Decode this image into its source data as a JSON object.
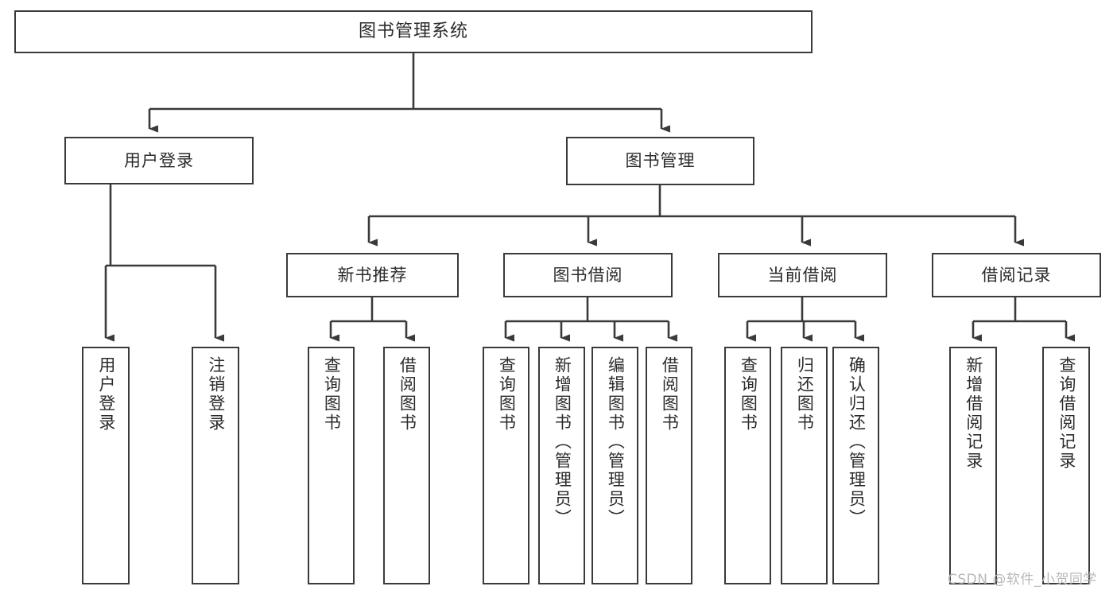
{
  "diagram": {
    "title": "图书管理系统",
    "type": "functional-structure-tree",
    "levels": 4
  },
  "nodes": {
    "root": {
      "label": "图书管理系统"
    },
    "level2": [
      {
        "id": "user-login",
        "label": "用户登录"
      },
      {
        "id": "book-manage",
        "label": "图书管理"
      }
    ],
    "level3": [
      {
        "id": "new-book-recommend",
        "label": "新书推荐"
      },
      {
        "id": "book-borrow",
        "label": "图书借阅"
      },
      {
        "id": "current-borrow",
        "label": "当前借阅"
      },
      {
        "id": "borrow-record",
        "label": "借阅记录"
      }
    ],
    "leaves": [
      {
        "id": "leaf-user-login",
        "label": "用户登录"
      },
      {
        "id": "leaf-user-logout",
        "label": "注销登录"
      },
      {
        "id": "leaf-query-book-1",
        "label": "查询图书"
      },
      {
        "id": "leaf-borrow-book-1",
        "label": "借阅图书"
      },
      {
        "id": "leaf-query-book-2",
        "label": "查询图书"
      },
      {
        "id": "leaf-add-book",
        "label": "新增图书（管理员）"
      },
      {
        "id": "leaf-edit-book",
        "label": "编辑图书（管理员）"
      },
      {
        "id": "leaf-borrow-book-2",
        "label": "借阅图书"
      },
      {
        "id": "leaf-query-book-3",
        "label": "查询图书"
      },
      {
        "id": "leaf-return-book",
        "label": "归还图书"
      },
      {
        "id": "leaf-confirm-return",
        "label": "确认归还（管理员）"
      },
      {
        "id": "leaf-add-record",
        "label": "新增借阅记录"
      },
      {
        "id": "leaf-query-record",
        "label": "查询借阅记录"
      }
    ]
  },
  "watermark": {
    "text": "CSDN @软件_小贺同学"
  },
  "colors": {
    "border": "#3a3a3a",
    "text": "#2b2b2b",
    "background": "#ffffff",
    "watermark": "#b8b8b8"
  }
}
